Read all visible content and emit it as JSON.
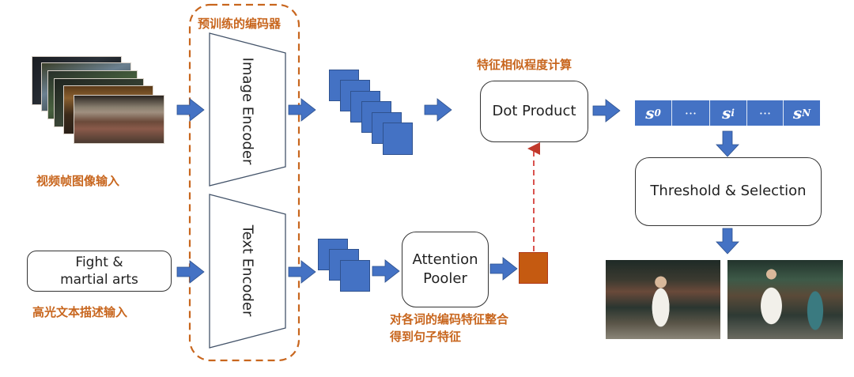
{
  "labels": {
    "pretrained_encoder": "预训练的编码器",
    "video_frame_input": "视频帧图像输入",
    "highlight_text_input": "高光文本描述输入",
    "similarity_calc": "特征相似程度计算",
    "pool_note_line1": "对各词的编码特征整合",
    "pool_note_line2": "得到句子特征"
  },
  "text_input": {
    "line1": "Fight &",
    "line2": "martial arts"
  },
  "encoders": {
    "image": "Image Encoder",
    "text": "Text Encoder"
  },
  "blocks": {
    "dot_product": "Dot Product",
    "attention_pooler_line1": "Attention",
    "attention_pooler_line2": "Pooler",
    "threshold_selection": "Threshold & Selection"
  },
  "scores": [
    {
      "base": "s",
      "sub": "0"
    },
    {
      "base": "···",
      "sub": ""
    },
    {
      "base": "s",
      "sub": "i"
    },
    {
      "base": "···",
      "sub": ""
    },
    {
      "base": "s",
      "sub": "N"
    }
  ],
  "colors": {
    "accent_blue": "#4472c4",
    "label_orange": "#c8661e",
    "sentence_feature": "#c55a11",
    "dashed_arrow": "#d9534f"
  }
}
